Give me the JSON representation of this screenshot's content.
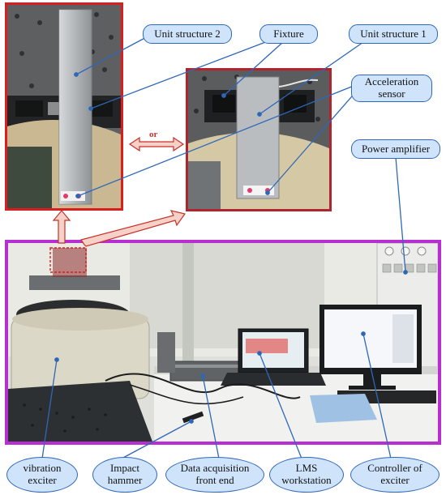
{
  "labels": {
    "unit_structure_2": "Unit structure 2",
    "fixture": "Fixture",
    "unit_structure_1": "Unit structure 1",
    "acceleration_sensor_line1": "Acceleration",
    "acceleration_sensor_line2": "sensor",
    "power_amplifier": "Power amplifier",
    "or": "or",
    "vibration_exciter_line1": "vibration",
    "vibration_exciter_line2": "exciter",
    "impact_hammer_line1": "Impact",
    "impact_hammer_line2": "hammer",
    "data_acquisition_line1": "Data acquisition",
    "data_acquisition_line2": "front end",
    "lms_line1": "LMS",
    "lms_line2": "workstation",
    "controller_line1": "Controller of",
    "controller_line2": "exciter"
  },
  "colors": {
    "callout_fill": "#cfe4fb",
    "callout_border": "#2f67b8",
    "leader_line": "#2f67b8",
    "left_frame": "#d81e1e",
    "right_frame": "#b3232d",
    "bottom_frame": "#b82fd1",
    "arrow_fill": "#f6d1c7",
    "arrow_stroke": "#c8302a"
  }
}
